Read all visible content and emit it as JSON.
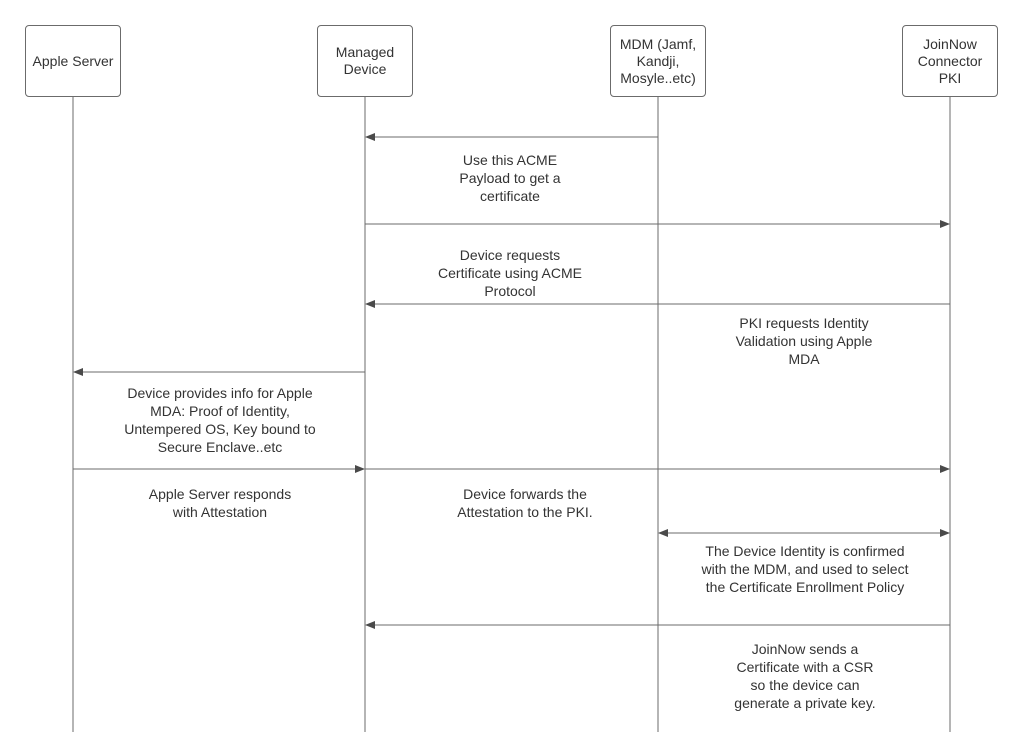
{
  "participants": [
    {
      "id": "apple",
      "label": "Apple Server"
    },
    {
      "id": "device",
      "label": "Managed\nDevice"
    },
    {
      "id": "mdm",
      "label": "MDM (Jamf,\nKandji,\nMosyle..etc)"
    },
    {
      "id": "pki",
      "label": "JoinNow\nConnector\nPKI"
    }
  ],
  "messages": [
    {
      "from": "mdm",
      "to": "device",
      "label": "Use this ACME\nPayload to get a\ncertificate"
    },
    {
      "from": "device",
      "to": "pki",
      "label": "Device requests\nCertificate using ACME\nProtocol"
    },
    {
      "from": "pki",
      "to": "device",
      "label": "PKI requests Identity\nValidation using Apple\nMDA"
    },
    {
      "from": "device",
      "to": "apple",
      "label": "Device provides info for Apple\nMDA: Proof of Identity,\nUntempered OS, Key bound to\nSecure Enclave..etc"
    },
    {
      "from": "apple",
      "to": "device",
      "label": "Apple Server responds\nwith Attestation"
    },
    {
      "from": "device",
      "to": "pki",
      "label": "Device forwards the\nAttestation to the PKI."
    },
    {
      "from": "mdm",
      "to": "pki",
      "bidirectional": true,
      "label": "The Device Identity is confirmed\nwith the MDM, and used to select\nthe Certificate Enrollment Policy"
    },
    {
      "from": "pki",
      "to": "device",
      "label": "JoinNow sends a\nCertificate with a CSR\nso the device can\ngenerate a private key."
    }
  ],
  "colors": {
    "line": "#6b6b6b",
    "text": "#333333",
    "background": "#ffffff"
  }
}
